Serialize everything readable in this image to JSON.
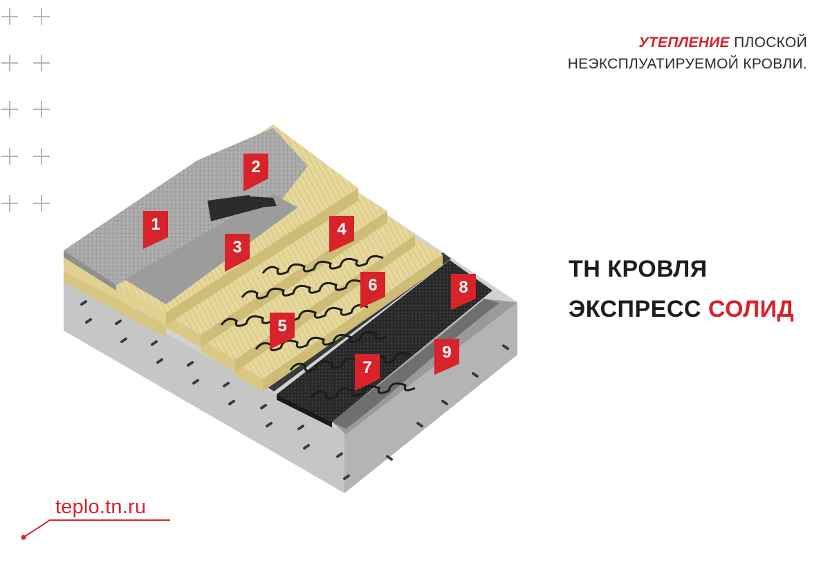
{
  "header": {
    "accent": "УТЕПЛЕНИЕ",
    "line1_rest": " ПЛОСКОЙ",
    "line2": "НЕЭКСПЛУАТИРУЕМОЙ КРОВЛИ."
  },
  "product": {
    "line1": "ТН КРОВЛЯ",
    "line2_plain": "ЭКСПРЕСС ",
    "line2_accent": "СОЛИД"
  },
  "site": {
    "url": "teplo.tn.ru"
  },
  "markers": {
    "m1": "1",
    "m2": "2",
    "m3": "3",
    "m4": "4",
    "m5": "5",
    "m6": "6",
    "m7": "7",
    "m8": "8",
    "m9": "9"
  },
  "colors": {
    "accent": "#d8232a",
    "text": "#1d1d1d",
    "plus": "#b5b5b5",
    "concrete": "#c9c9c9",
    "wool": "#e6d89a",
    "membrane": "#2a2a2a",
    "granule": "#a6a6a6"
  },
  "icons": {
    "decor": "plus-icon-grid",
    "link": "link-line-icon"
  }
}
